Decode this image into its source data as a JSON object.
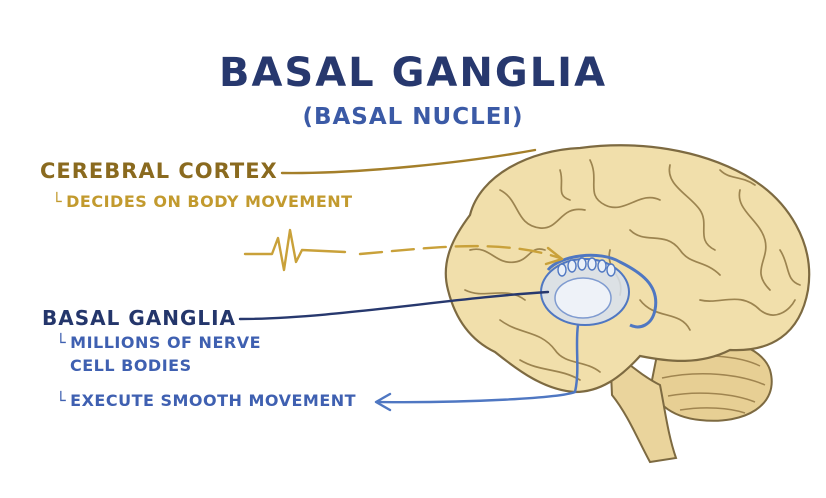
{
  "title": "BASAL GANGLIA",
  "subtitle": "(BASAL NUCLEI)",
  "cortex": {
    "heading": "CEREBRAL CORTEX",
    "detail": "DECIDES ON BODY MOVEMENT"
  },
  "basal_ganglia": {
    "heading": "BASAL GANGLIA",
    "detail_1": "MILLIONS OF NERVE",
    "detail_2": "CELL BODIES",
    "detail_3": "EXECUTE SMOOTH MOVEMENT"
  },
  "colors": {
    "title": "#27386e",
    "cortex_line": "#a47f2a",
    "basal_line": "#27386e",
    "structure_blue": "#4f77c2",
    "brain_fill": "#f1dfab",
    "brain_outline": "#7d6a41"
  }
}
